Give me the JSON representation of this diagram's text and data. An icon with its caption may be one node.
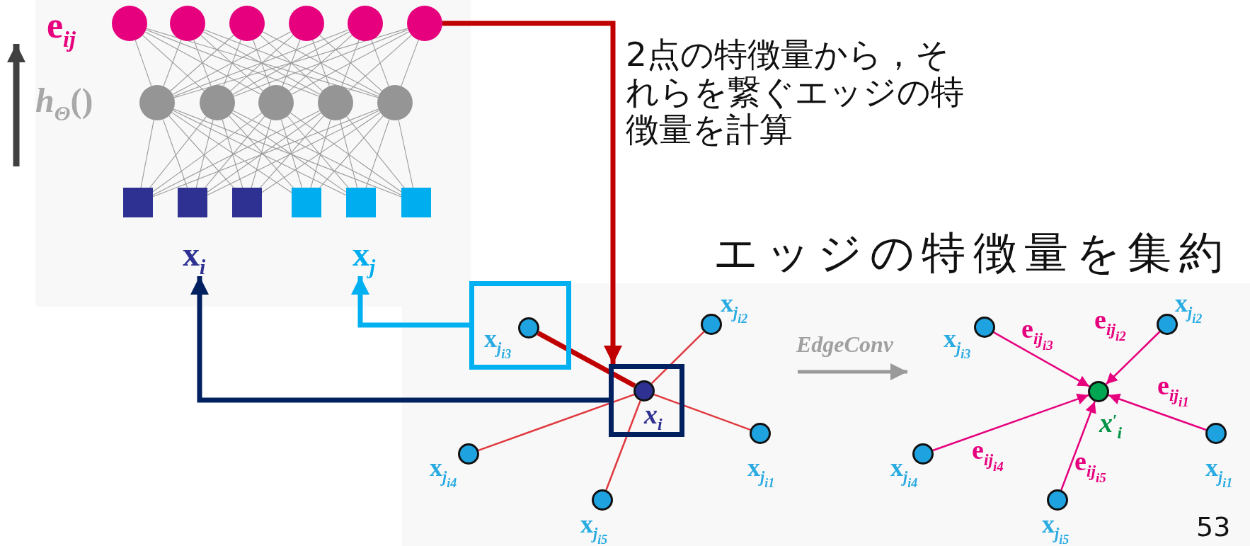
{
  "diagram": {
    "nodes": [
      {
        "text": [],
        "shape": "circle"
      },
      {
        "text": [],
        "shape": "circle"
      },
      {
        "text": [],
        "shape": "circle"
      },
      {
        "text": [],
        "shape": "circle"
      },
      {
        "text": [],
        "shape": "circle"
      },
      {
        "text": [],
        "shape": "circle"
      },
      {
        "text": [],
        "shape": "circle"
      },
      {
        "text": [],
        "shape": "circle"
      },
      {
        "text": [],
        "shape": "circle"
      },
      {
        "text": [],
        "shape": "circle"
      },
      {
        "text": [],
        "shape": "circle"
      },
      {
        "text": [],
        "shape": "box"
      },
      {
        "text": [],
        "shape": "box"
      },
      {
        "text": [],
        "shape": "box"
      },
      {
        "text": [],
        "shape": "box"
      },
      {
        "text": [],
        "shape": "box"
      },
      {
        "text": [],
        "shape": "box"
      },
      {
        "text": [
          "**x**$_{i}$"
        ]
      },
      {
        "text": [
          "**x**$_{j}$"
        ]
      },
      {
        "text": [],
        "shape": "box"
      },
      {
        "text": [],
        "shape": "circle",
        "in": 19
      },
      {
        "text": [],
        "shape": "box"
      },
      {
        "text": [],
        "shape": "circle",
        "in": 21
      },
      {
        "text": [],
        "shape": "circle"
      },
      {
        "text": [],
        "shape": "circle"
      },
      {
        "text": [],
        "shape": "circle"
      },
      {
        "text": [],
        "shape": "circle"
      },
      {
        "text": [],
        "shape": "circle"
      },
      {
        "text": [],
        "shape": "circle"
      },
      {
        "text": [],
        "shape": "circle"
      },
      {
        "text": [],
        "shape": "circle"
      },
      {
        "text": [],
        "shape": "circle"
      },
      {
        "text": [],
        "shape": "circle"
      }
    ],
    "edges": [
      {
        "from": 0,
        "to": 6,
        "arrow": "none"
      },
      {
        "from": 0,
        "to": 7,
        "arrow": "none"
      },
      {
        "from": 0,
        "to": 8,
        "arrow": "none"
      },
      {
        "from": 0,
        "to": 9,
        "arrow": "none"
      },
      {
        "from": 0,
        "to": 10,
        "arrow": "none"
      },
      {
        "from": 1,
        "to": 6,
        "arrow": "none"
      },
      {
        "from": 1,
        "to": 7,
        "arrow": "none"
      },
      {
        "from": 1,
        "to": 8,
        "arrow": "none"
      },
      {
        "from": 1,
        "to": 9,
        "arrow": "none"
      },
      {
        "from": 1,
        "to": 10,
        "arrow": "none"
      },
      {
        "from": 2,
        "to": 6,
        "arrow": "none"
      },
      {
        "from": 2,
        "to": 7,
        "arrow": "none"
      },
      {
        "from": 2,
        "to": 8,
        "arrow": "none"
      },
      {
        "from": 2,
        "to": 9,
        "arrow": "none"
      },
      {
        "from": 2,
        "to": 10,
        "arrow": "none"
      },
      {
        "from": 3,
        "to": 6,
        "arrow": "none"
      },
      {
        "from": 3,
        "to": 7,
        "arrow": "none"
      },
      {
        "from": 3,
        "to": 8,
        "arrow": "none"
      },
      {
        "from": 3,
        "to": 9,
        "arrow": "none"
      },
      {
        "from": 3,
        "to": 10,
        "arrow": "none"
      },
      {
        "from": 4,
        "to": 6,
        "arrow": "none"
      },
      {
        "from": 4,
        "to": 7,
        "arrow": "none"
      },
      {
        "from": 4,
        "to": 8,
        "arrow": "none"
      },
      {
        "from": 4,
        "to": 9,
        "arrow": "none"
      },
      {
        "from": 4,
        "to": 10,
        "arrow": "none"
      },
      {
        "from": 5,
        "to": 6,
        "arrow": "none"
      },
      {
        "from": 5,
        "to": 7,
        "arrow": "none"
      },
      {
        "from": 5,
        "to": 8,
        "arrow": "none"
      },
      {
        "from": 5,
        "to": 9,
        "arrow": "none"
      },
      {
        "from": 5,
        "to": 10,
        "arrow": "none"
      },
      {
        "from": 6,
        "to": 11,
        "arrow": "none"
      },
      {
        "from": 6,
        "to": 12,
        "arrow": "none"
      },
      {
        "from": 6,
        "to": 13,
        "arrow": "none"
      },
      {
        "from": 6,
        "to": 14,
        "arrow": "none"
      },
      {
        "from": 6,
        "to": 15,
        "arrow": "none"
      },
      {
        "from": 6,
        "to": 16,
        "arrow": "none"
      },
      {
        "from": 7,
        "to": 11,
        "arrow": "none"
      },
      {
        "from": 7,
        "to": 12,
        "arrow": "none"
      },
      {
        "from": 7,
        "to": 13,
        "arrow": "none"
      },
      {
        "from": 7,
        "to": 14,
        "arrow": "none"
      },
      {
        "from": 7,
        "to": 15,
        "arrow": "none"
      },
      {
        "from": 7,
        "to": 16,
        "arrow": "none"
      },
      {
        "from": 8,
        "to": 11,
        "arrow": "none"
      },
      {
        "from": 8,
        "to": 12,
        "arrow": "none"
      },
      {
        "from": 8,
        "to": 13,
        "arrow": "none"
      },
      {
        "from": 8,
        "to": 14,
        "arrow": "none"
      },
      {
        "from": 8,
        "to": 15,
        "arrow": "none"
      },
      {
        "from": 8,
        "to": 16,
        "arrow": "none"
      },
      {
        "from": 9,
        "to": 11,
        "arrow": "none"
      },
      {
        "from": 9,
        "to": 12,
        "arrow": "none"
      },
      {
        "from": 9,
        "to": 13,
        "arrow": "none"
      },
      {
        "from": 9,
        "to": 14,
        "arrow": "none"
      },
      {
        "from": 9,
        "to": 15,
        "arrow": "none"
      },
      {
        "from": 9,
        "to": 16,
        "arrow": "none"
      },
      {
        "from": 10,
        "to": 11,
        "arrow": "none"
      },
      {
        "from": 10,
        "to": 12,
        "arrow": "none"
      },
      {
        "from": 10,
        "to": 13,
        "arrow": "none"
      },
      {
        "from": 10,
        "to": 14,
        "arrow": "none"
      },
      {
        "from": 10,
        "to": 15,
        "arrow": "none"
      },
      {
        "from": 10,
        "to": 16,
        "arrow": "none"
      },
      {
        "from": 5,
        "to": 21,
        "arrow": "to",
        "style": "thick",
        "color": "#c00000"
      },
      {
        "from": 19,
        "to": 18,
        "arrow": "to",
        "style": "thick",
        "color": "#00b0f0"
      },
      {
        "from": 21,
        "to": 17,
        "arrow": "to",
        "style": "thick",
        "color": "#002060"
      },
      {
        "from": 20,
        "to": 22,
        "arrow": "none",
        "style": "thick",
        "color": "#c00000"
      },
      {
        "from": 22,
        "to": 23,
        "arrow": "none",
        "color": "#e0393e"
      },
      {
        "from": 22,
        "to": 24,
        "arrow": "none",
        "color": "#e0393e"
      },
      {
        "from": 22,
        "to": 25,
        "arrow": "none",
        "color": "#e0393e"
      },
      {
        "from": 22,
        "to": 26,
        "arrow": "none",
        "color": "#e0393e"
      },
      {
        "from": 27,
        "to": 29,
        "arrow": "to",
        "label": "**e**$_{ij}$$_{i3}$",
        "color": "#e6007e"
      },
      {
        "from": 28,
        "to": 29,
        "arrow": "to",
        "label": "**e**$_{ij}$$_{i2}$",
        "color": "#e6007e"
      },
      {
        "from": 30,
        "to": 29,
        "arrow": "to",
        "label": "**e**$_{ij}$$_{i1}$",
        "color": "#e6007e"
      },
      {
        "from": 31,
        "to": 29,
        "arrow": "to",
        "label": "**e**$_{ij}$$_{i4}$",
        "color": "#e6007e"
      },
      {
        "from": 32,
        "to": 29,
        "arrow": "to",
        "label": "**e**$_{ij}$$_{i5}$",
        "color": "#e6007e"
      }
    ],
    "labels": [
      "**e**$_{ij}$",
      "2点の特徴量から，それらを繋ぐエッジの特徴量を計算",
      "*h*$_{Θ}$()",
      "エッジの特徴量を集約",
      "**x**$_{j}$$_{i2}$",
      "**x**$_{j}$$_{i2}$",
      "**x**$_{j}$$_{i3}$",
      "EdgeConv",
      "**x**$_{j}$$_{i3}$",
      "*x*$_{i}$",
      "*x*$^{′}$$_{i}$",
      "**x**$_{j}$$_{i4}$",
      "**x**$_{j}$$_{i1}$",
      "**x**$_{j}$$_{i4}$",
      "**x**$_{j}$$_{i1}$",
      "**x**$_{j}$$_{i5}$",
      "**x**$_{j}$$_{i5}$",
      "53"
    ]
  }
}
